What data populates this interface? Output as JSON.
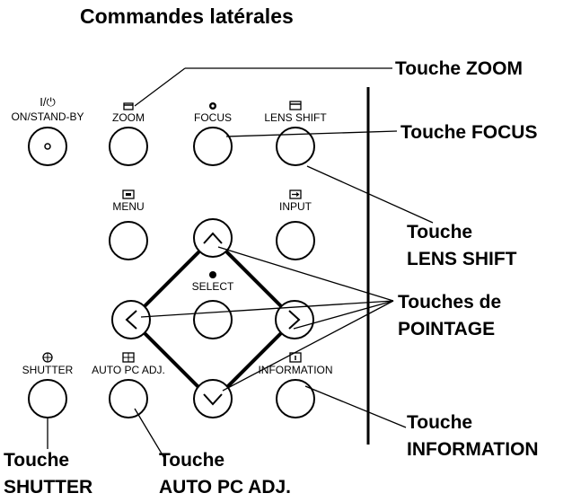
{
  "title": "Commandes latérales",
  "controls": {
    "power": {
      "label": "ON/STAND-BY",
      "icon": "power-icon",
      "glyph": "I/⏻"
    },
    "zoom": {
      "label": "ZOOM",
      "icon": "zoom-icon"
    },
    "focus": {
      "label": "FOCUS",
      "icon": "focus-icon"
    },
    "lens_shift": {
      "label": "LENS SHIFT",
      "icon": "lens-shift-icon"
    },
    "menu": {
      "label": "MENU",
      "icon": "menu-icon"
    },
    "input": {
      "label": "INPUT",
      "icon": "input-icon"
    },
    "select": {
      "label": "SELECT",
      "icon": "select-dot-icon"
    },
    "shutter": {
      "label": "SHUTTER",
      "icon": "shutter-icon"
    },
    "auto_pc": {
      "label": "AUTO PC ADJ.",
      "icon": "auto-pc-icon"
    },
    "information": {
      "label": "INFORMATION",
      "icon": "information-icon"
    }
  },
  "callouts": {
    "zoom": "Touche ZOOM",
    "focus": "Touche FOCUS",
    "lens_shift_1": "Touche",
    "lens_shift_2": "LENS SHIFT",
    "pointage_1": "Touches de",
    "pointage_2": "POINTAGE",
    "information_1": "Touche",
    "information_2": "INFORMATION",
    "shutter_1": "Touche",
    "shutter_2": "SHUTTER",
    "auto_pc_1": "Touche",
    "auto_pc_2": "AUTO PC ADJ."
  }
}
